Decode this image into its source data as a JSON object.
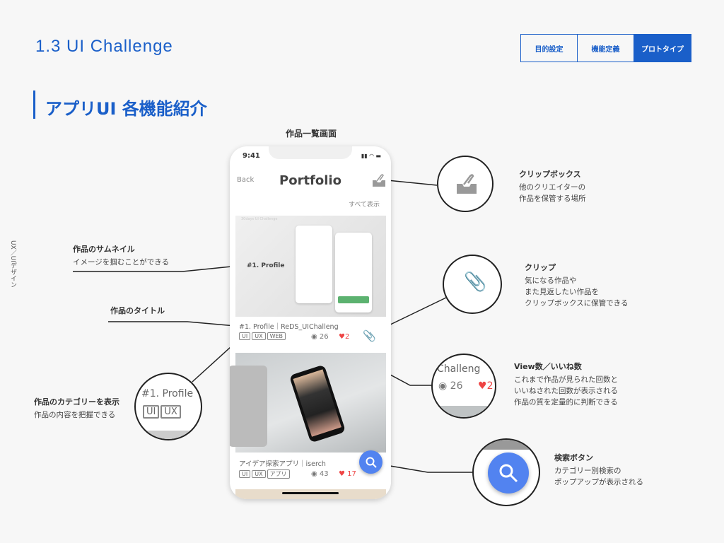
{
  "header": {
    "title": "1.3  UI Challenge",
    "nav": [
      "目的設定",
      "機能定義",
      "プロトタイプ"
    ],
    "heading": "アプリUI 各機能紹介",
    "side_label": "UX／UIデザイン"
  },
  "screen_title": "作品一覧画面",
  "phone": {
    "time": "9:41",
    "back": "Back",
    "title": "Portfolio",
    "see_all": "すべて表示",
    "works": [
      {
        "thumb_label": "#1. Profile",
        "thumb_watermark": "30days UI Challenge",
        "caption": "#1. Profile｜ReDS_UIChalleng",
        "tags": [
          "UI",
          "UX",
          "WEB"
        ],
        "views": "26",
        "likes": "2"
      },
      {
        "caption": "アイデア探索アプリ｜iserch",
        "tags": [
          "UI",
          "UX",
          "アプリ"
        ],
        "views": "43",
        "likes": "17"
      }
    ]
  },
  "zoom": {
    "category_title": "#1. Profile",
    "category_tags": [
      "UI",
      "UX"
    ],
    "view_caption": "Challeng",
    "views": "26",
    "likes": "2"
  },
  "annotations": {
    "clipbox": {
      "title": "クリップボックス",
      "lines": [
        "他のクリエイターの",
        "作品を保管する場所"
      ]
    },
    "clip": {
      "title": "クリップ",
      "lines": [
        "気になる作品や",
        "また見返したい作品を",
        "クリップボックスに保管できる"
      ]
    },
    "views": {
      "title": "View数／いいね数",
      "lines": [
        "これまで作品が見られた回数と",
        "いいねされた回数が表示される",
        "作品の質を定量的に判断できる"
      ]
    },
    "search": {
      "title": "検索ボタン",
      "lines": [
        "カテゴリー別検索の",
        "ポップアップが表示される"
      ]
    },
    "thumb": {
      "title": "作品のサムネイル",
      "lines": [
        "イメージを掴むことができる"
      ]
    },
    "worktitle": {
      "title": "作品のタイトル"
    },
    "category": {
      "title": "作品のカテゴリーを表示",
      "lines": [
        "作品の内容を把握できる"
      ]
    }
  },
  "colors": {
    "accent": "#1a5fc9",
    "fab": "#5283f0",
    "like": "#e44444"
  }
}
